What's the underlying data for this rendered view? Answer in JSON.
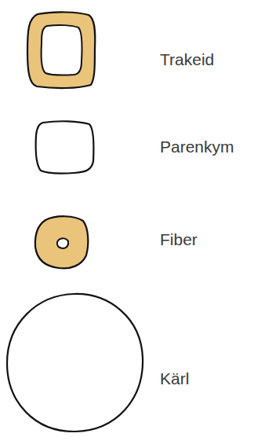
{
  "diagram": {
    "labels": [
      "Trakeid",
      "Parenkym",
      "Fiber",
      "Kärl"
    ]
  }
}
